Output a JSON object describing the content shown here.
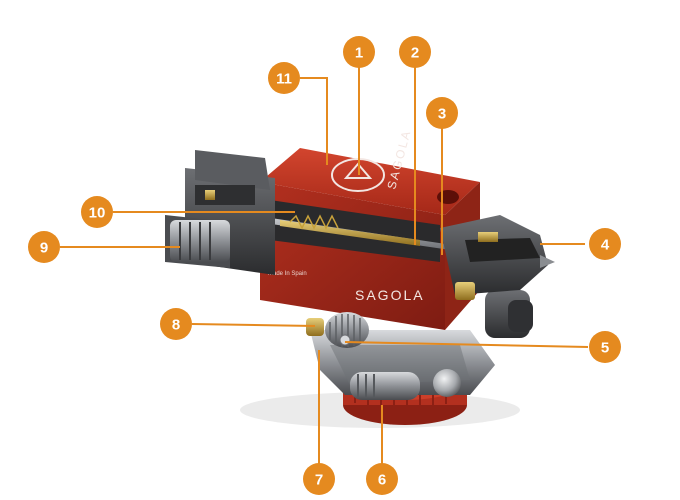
{
  "colors": {
    "callout": "#e58a1f",
    "leader": "#e58a1f",
    "body_red": "#b8311f",
    "body_red_dark": "#7d1c12",
    "metal_dark": "#3c3c3e",
    "metal_mid": "#8a8d91",
    "metal_light": "#c9ccd0",
    "brass": "#c7a13a"
  },
  "product": {
    "brand_top": "SAGOLA",
    "brand_front": "SAGOLA",
    "front_small_line": "Made In Spain"
  },
  "callouts": [
    {
      "number": "1"
    },
    {
      "number": "2"
    },
    {
      "number": "3"
    },
    {
      "number": "4"
    },
    {
      "number": "5"
    },
    {
      "number": "6"
    },
    {
      "number": "7"
    },
    {
      "number": "8"
    },
    {
      "number": "9"
    },
    {
      "number": "10"
    },
    {
      "number": "11"
    }
  ]
}
